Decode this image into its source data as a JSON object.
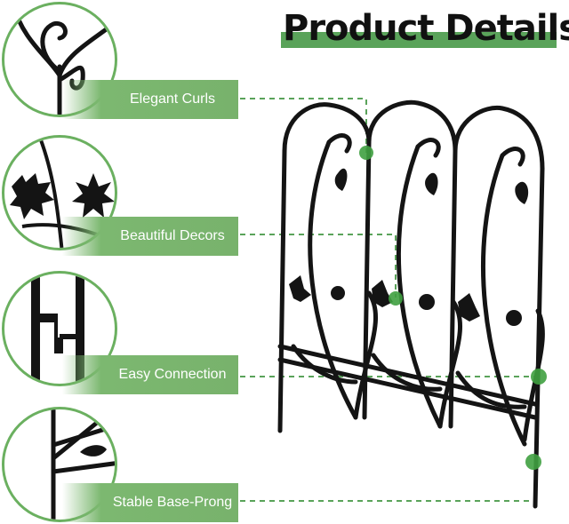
{
  "title": "Product Details",
  "colors": {
    "accent": "#6bb060",
    "label_bg": "#78b26c",
    "metal": "#141414"
  },
  "features": [
    {
      "label": "Elegant Curls",
      "icon": "curls-closeup"
    },
    {
      "label": "Beautiful Decors",
      "icon": "leaf-flower-closeup"
    },
    {
      "label": "Easy Connection",
      "icon": "hook-connector-closeup"
    },
    {
      "label": "Stable Base-Prong",
      "icon": "base-prong-closeup"
    }
  ]
}
